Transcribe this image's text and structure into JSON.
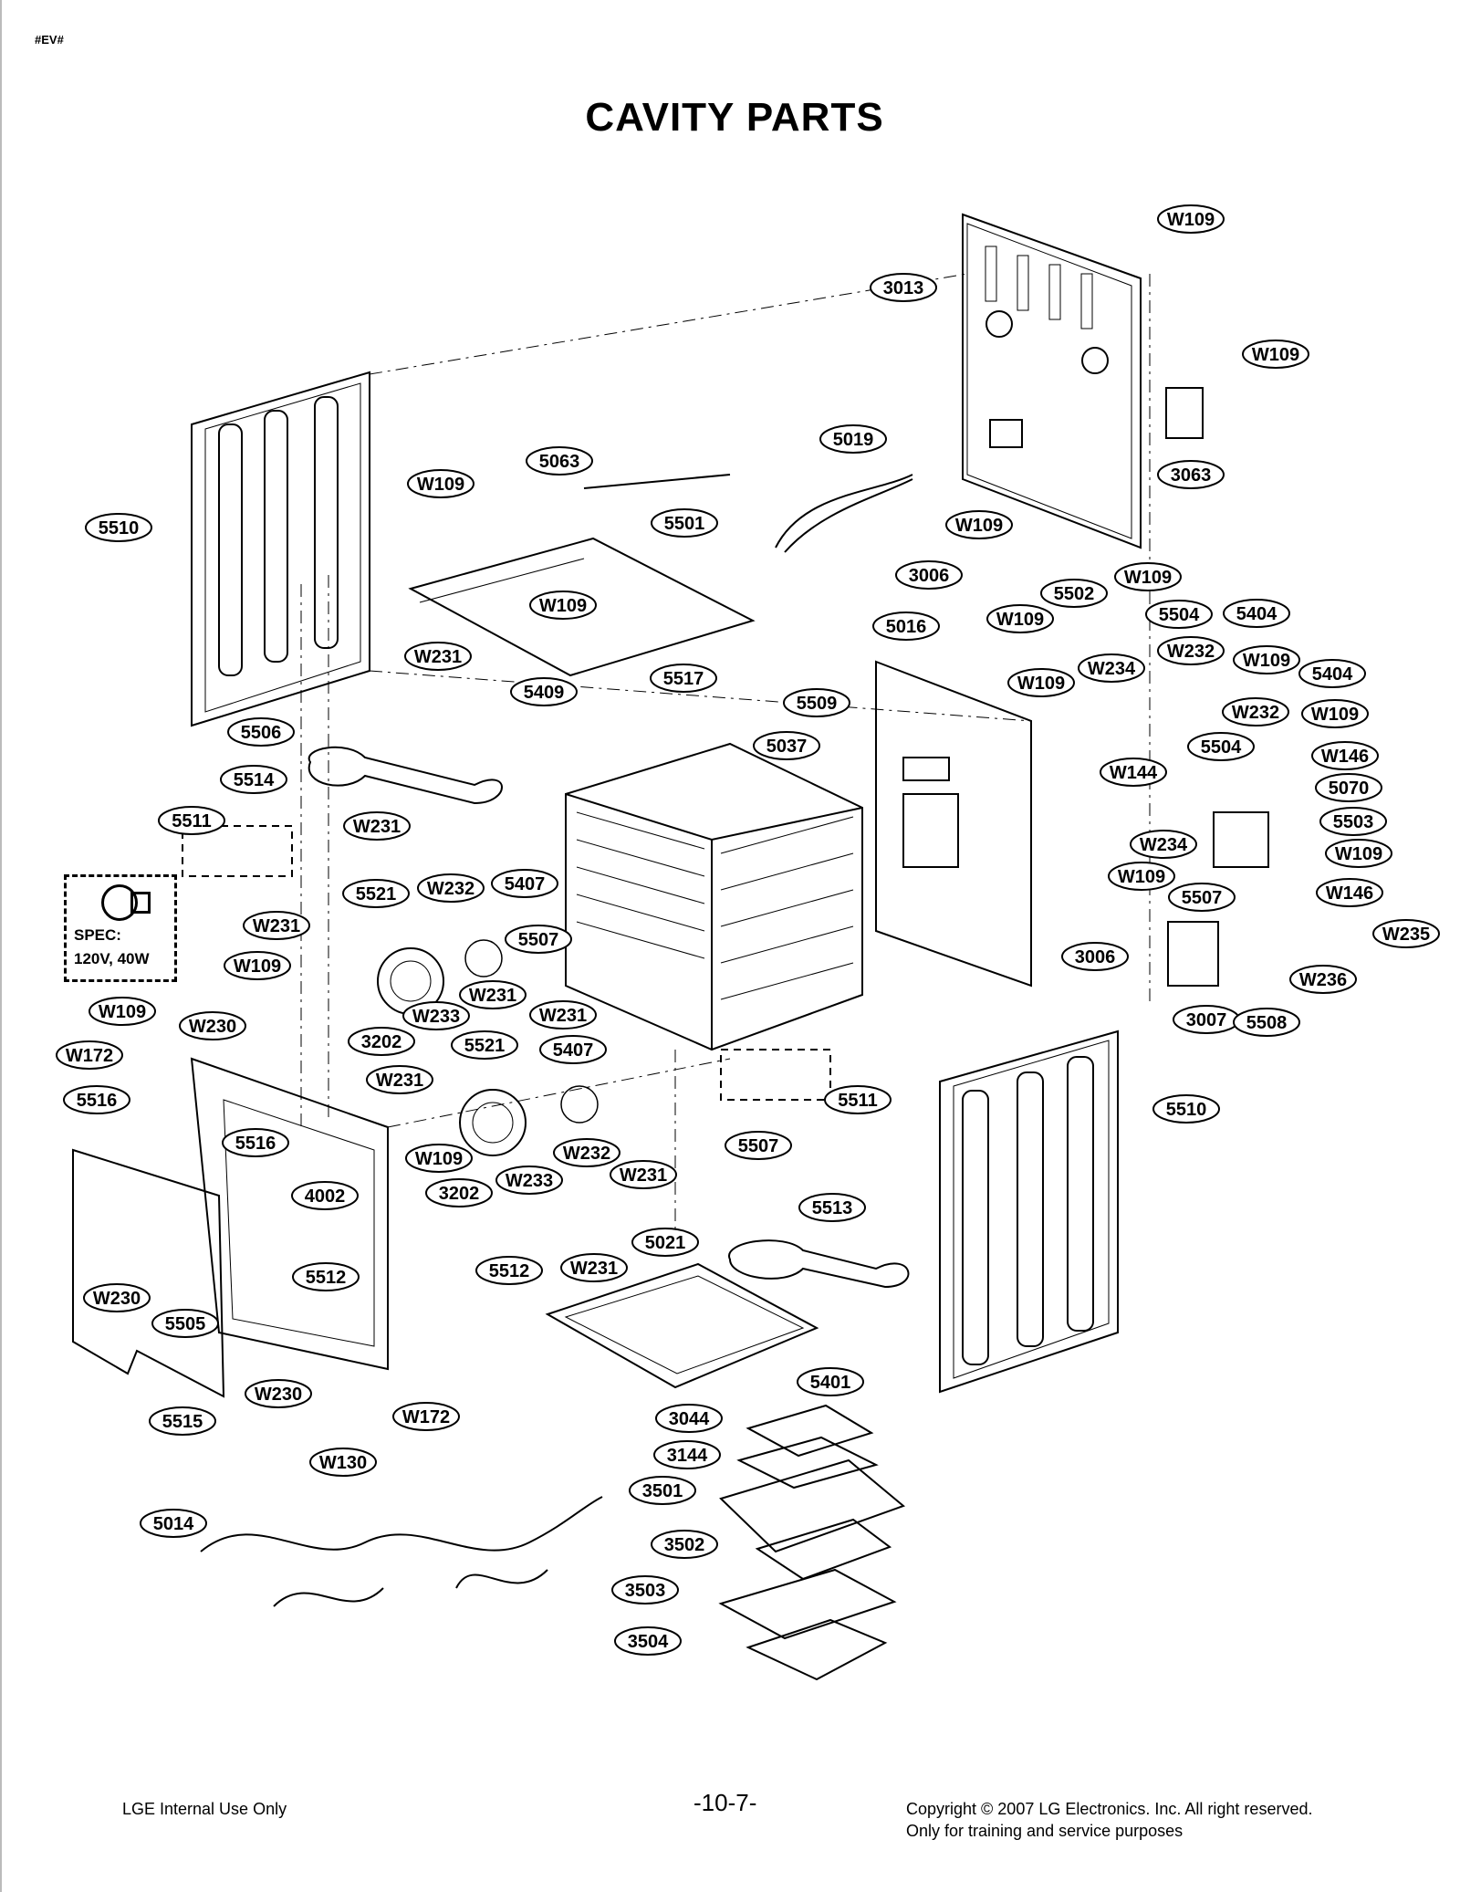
{
  "header": {
    "tag": "#EV#",
    "title": "CAVITY PARTS"
  },
  "spec_box": {
    "line1": "SPEC:",
    "line2": "120V, 40W"
  },
  "callouts": [
    {
      "id": "c1",
      "label": "W109"
    },
    {
      "id": "c2",
      "label": "3013"
    },
    {
      "id": "c3",
      "label": "W109"
    },
    {
      "id": "c4",
      "label": "3063"
    },
    {
      "id": "c5",
      "label": "5019"
    },
    {
      "id": "c6",
      "label": "5063"
    },
    {
      "id": "c7",
      "label": "W109"
    },
    {
      "id": "c8",
      "label": "5501"
    },
    {
      "id": "c9",
      "label": "5510"
    },
    {
      "id": "c10",
      "label": "W109"
    },
    {
      "id": "c11",
      "label": "W109"
    },
    {
      "id": "c12",
      "label": "3006"
    },
    {
      "id": "c13",
      "label": "W109"
    },
    {
      "id": "c14",
      "label": "5502"
    },
    {
      "id": "c15",
      "label": "5016"
    },
    {
      "id": "c16",
      "label": "W109"
    },
    {
      "id": "c17",
      "label": "5504"
    },
    {
      "id": "c18",
      "label": "5404"
    },
    {
      "id": "c19",
      "label": "W231"
    },
    {
      "id": "c20",
      "label": "5409"
    },
    {
      "id": "c21",
      "label": "5517"
    },
    {
      "id": "c22",
      "label": "W234"
    },
    {
      "id": "c23",
      "label": "W232"
    },
    {
      "id": "c24",
      "label": "W109"
    },
    {
      "id": "c25",
      "label": "5404"
    },
    {
      "id": "c26",
      "label": "5509"
    },
    {
      "id": "c27",
      "label": "W109"
    },
    {
      "id": "c28",
      "label": "W232"
    },
    {
      "id": "c29",
      "label": "W109"
    },
    {
      "id": "c30",
      "label": "5506"
    },
    {
      "id": "c31",
      "label": "5037"
    },
    {
      "id": "c32",
      "label": "5504"
    },
    {
      "id": "c33",
      "label": "W146"
    },
    {
      "id": "c34",
      "label": "5514"
    },
    {
      "id": "c35",
      "label": "W144"
    },
    {
      "id": "c36",
      "label": "5070"
    },
    {
      "id": "c37",
      "label": "5511"
    },
    {
      "id": "c38",
      "label": "W231"
    },
    {
      "id": "c39",
      "label": "W234"
    },
    {
      "id": "c40",
      "label": "5503"
    },
    {
      "id": "c41",
      "label": "5521"
    },
    {
      "id": "c42",
      "label": "W232"
    },
    {
      "id": "c43",
      "label": "5407"
    },
    {
      "id": "c44",
      "label": "W109"
    },
    {
      "id": "c45",
      "label": "W109"
    },
    {
      "id": "c46",
      "label": "5507"
    },
    {
      "id": "c47",
      "label": "W231"
    },
    {
      "id": "c48",
      "label": "5507"
    },
    {
      "id": "c49",
      "label": "W146"
    },
    {
      "id": "c50",
      "label": "W235"
    },
    {
      "id": "c51",
      "label": "W109"
    },
    {
      "id": "c52",
      "label": "3006"
    },
    {
      "id": "c53",
      "label": "W236"
    },
    {
      "id": "c54",
      "label": "W231"
    },
    {
      "id": "c55",
      "label": "W109"
    },
    {
      "id": "c56",
      "label": "W233"
    },
    {
      "id": "c57",
      "label": "W231"
    },
    {
      "id": "c58",
      "label": "3007"
    },
    {
      "id": "c59",
      "label": "5508"
    },
    {
      "id": "c60",
      "label": "W230"
    },
    {
      "id": "c61",
      "label": "3202"
    },
    {
      "id": "c62",
      "label": "5521"
    },
    {
      "id": "c63",
      "label": "5407"
    },
    {
      "id": "c64",
      "label": "W172"
    },
    {
      "id": "c65",
      "label": "W231"
    },
    {
      "id": "c66",
      "label": "5511"
    },
    {
      "id": "c67",
      "label": "5516"
    },
    {
      "id": "c68",
      "label": "5510"
    },
    {
      "id": "c69",
      "label": "5516"
    },
    {
      "id": "c70",
      "label": "W109"
    },
    {
      "id": "c71",
      "label": "W232"
    },
    {
      "id": "c72",
      "label": "5507"
    },
    {
      "id": "c73",
      "label": "W233"
    },
    {
      "id": "c74",
      "label": "W231"
    },
    {
      "id": "c75",
      "label": "4002"
    },
    {
      "id": "c76",
      "label": "3202"
    },
    {
      "id": "c77",
      "label": "5513"
    },
    {
      "id": "c78",
      "label": "5021"
    },
    {
      "id": "c79",
      "label": "5512"
    },
    {
      "id": "c80",
      "label": "5512"
    },
    {
      "id": "c81",
      "label": "W231"
    },
    {
      "id": "c82",
      "label": "W230"
    },
    {
      "id": "c83",
      "label": "5505"
    },
    {
      "id": "c84",
      "label": "5401"
    },
    {
      "id": "c85",
      "label": "W230"
    },
    {
      "id": "c86",
      "label": "W172"
    },
    {
      "id": "c87",
      "label": "3044"
    },
    {
      "id": "c88",
      "label": "5515"
    },
    {
      "id": "c89",
      "label": "3144"
    },
    {
      "id": "c90",
      "label": "W130"
    },
    {
      "id": "c91",
      "label": "3501"
    },
    {
      "id": "c92",
      "label": "5014"
    },
    {
      "id": "c93",
      "label": "3502"
    },
    {
      "id": "c94",
      "label": "3503"
    },
    {
      "id": "c95",
      "label": "3504"
    }
  ],
  "footer": {
    "left": "LGE Internal Use Only",
    "page": "-10-7-",
    "right_line1": "Copyright © 2007 LG Electronics. Inc. All right reserved.",
    "right_line2": "Only for training and service purposes"
  }
}
